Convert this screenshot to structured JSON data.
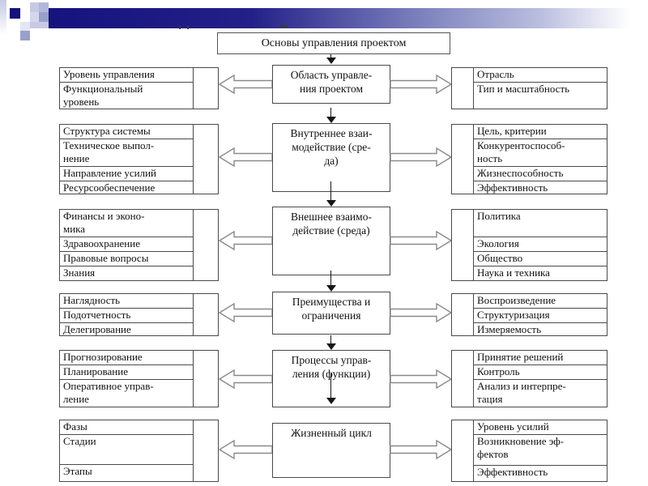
{
  "decor": {
    "navy": "#14127c",
    "lavender_pale": "#c6cae4",
    "lavender_mid": "#9aa0cc",
    "lavender_light": "#e4e6f3",
    "border_color": "#4a4a4a"
  },
  "slide": {
    "title_box": "Основы управления проектом"
  },
  "diagram": {
    "rows": [
      {
        "center": "Область управле-\nния проектом",
        "left": [
          "Уровень управления",
          "Функциональный\nуровень"
        ],
        "right": [
          "Отрасль",
          "Тип и масштабность"
        ]
      },
      {
        "center": "Внутреннее взаи-\nмодействие (сре-\nда)",
        "left": [
          "Структура системы",
          "Техническое выпол-\nнение",
          "Направление усилий",
          "Ресурсообеспечение"
        ],
        "right": [
          "Цель, критерии",
          "Конкурентоспособ-\nность",
          "Жизнеспособность",
          "Эффективность"
        ]
      },
      {
        "center": "Внешнее взаимо-\nдействие (среда)",
        "left": [
          "Финансы и эконо-\nмика",
          "Здравоохранение",
          "Правовые вопросы",
          "Знания"
        ],
        "right": [
          "Политика",
          "Экология",
          "Общество",
          "Наука и техника"
        ]
      },
      {
        "center": "Преимущества и\nограничения",
        "left": [
          "Наглядность",
          "Подотчетность",
          "Делегирование"
        ],
        "right": [
          "Воспроизведение",
          "Структуризация",
          "Измеряемость"
        ]
      },
      {
        "center": "Процессы управ-\nления (функции)",
        "left": [
          "Прогнозирование",
          "Планирование",
          "Оперативное управ-\nление"
        ],
        "right": [
          "Принятие решений",
          "Контроль",
          "Анализ и интерпре-\nтация"
        ]
      },
      {
        "center": "Жизненный цикл",
        "left": [
          "Фазы",
          "Стадии",
          "Этапы"
        ],
        "right": [
          "Уровень усилий",
          "Возникновение эф-\nфектов",
          "Эффективность"
        ]
      }
    ]
  }
}
